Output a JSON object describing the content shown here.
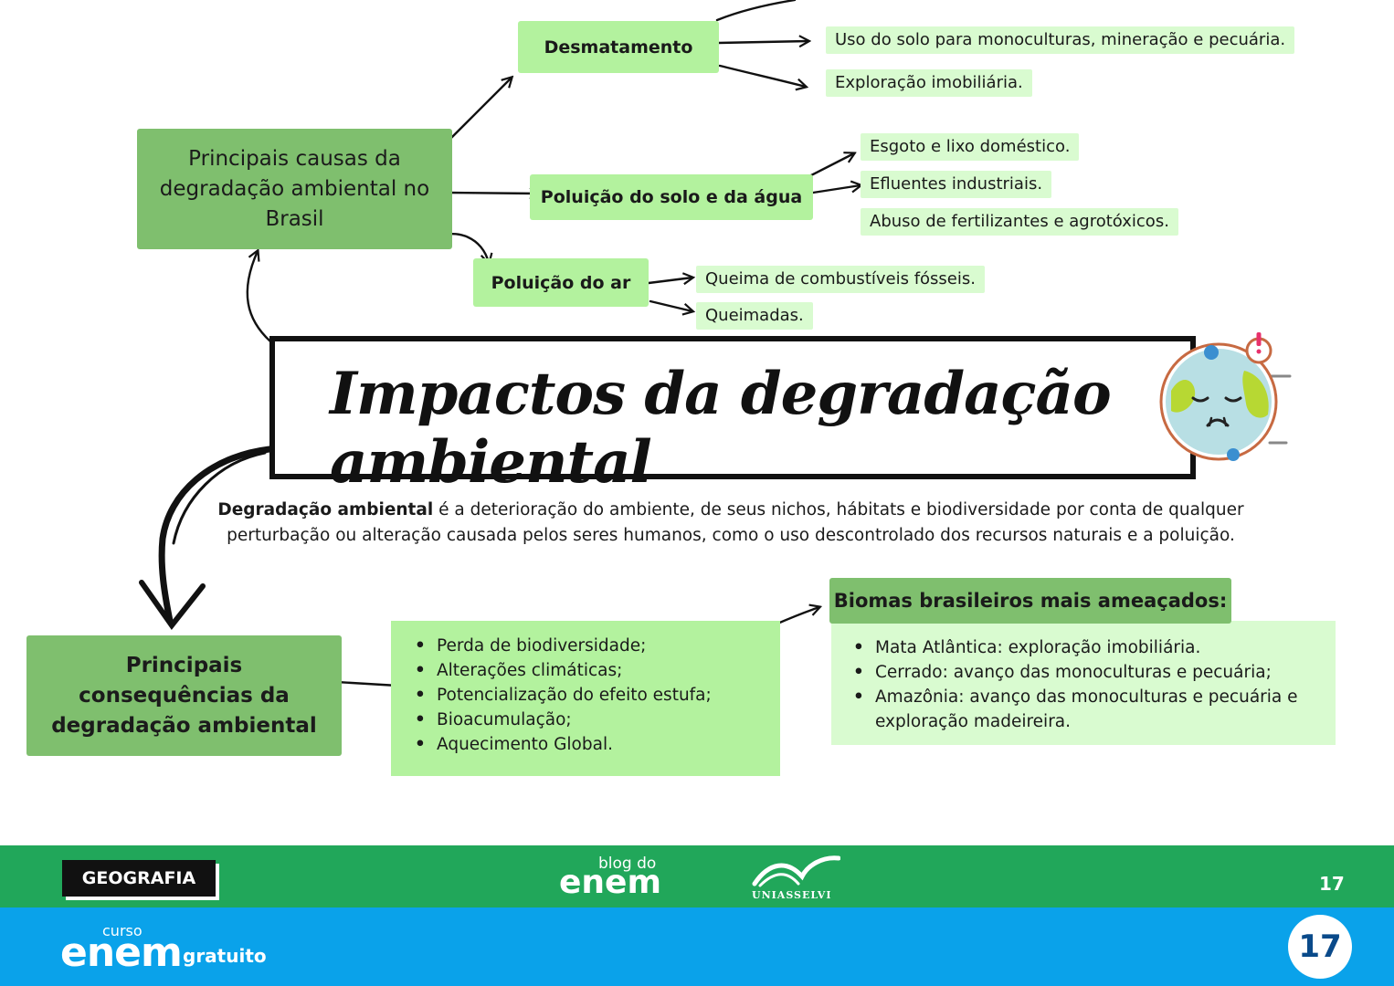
{
  "diagram": {
    "causes_title": "Principais causas da degradação ambiental no Brasil",
    "deforestation": {
      "label": "Desmatamento",
      "items": [
        "Uso do solo para monoculturas, mineração e pecuária.",
        "Exploração imobiliária."
      ]
    },
    "soil_water": {
      "label": "Poluição do solo e da água",
      "items": [
        "Esgoto e lixo doméstico.",
        "Efluentes industriais.",
        "Abuso de fertilizantes e agrotóxicos."
      ]
    },
    "air": {
      "label": "Poluição do ar",
      "items": [
        "Queima de combustíveis fósseis.",
        "Queimadas."
      ]
    },
    "main_title": "Impactos da degradação ambiental",
    "definition_term": "Degradação ambiental",
    "definition_text": " é a deterioração do ambiente, de seus nichos, hábitats e biodiversidade por conta de qualquer perturbação ou alteração causada pelos seres humanos, como o uso descontrolado dos recursos naturais e a poluição.",
    "consequences_title": "Principais consequências da degradação ambiental",
    "consequences": [
      "Perda de biodiversidade;",
      "Alterações climáticas;",
      "Potencialização do efeito estufa;",
      "Bioacumulação;",
      "Aquecimento Global."
    ],
    "biomes_title": "Biomas brasileiros mais ameaçados:",
    "biomes": [
      "Mata Atlântica: exploração imobiliária.",
      "Cerrado: avanço das monoculturas e pecuária;",
      "Amazônia: avanço das monoculturas e pecuária e exploração madeireira."
    ]
  },
  "footer": {
    "subject": "GEOGRAFIA",
    "blog_small": "blog do",
    "blog_brand": "enem",
    "partner": "UNIASSELVI",
    "page_small": "17",
    "course_small": "curso",
    "course_brand": "enem",
    "course_suffix": "gratuito",
    "page_big": "17"
  },
  "colors": {
    "dark_green": "#7fbf6e",
    "mid_green": "#b3f29e",
    "light_green": "#d9fbd0",
    "footer_green": "#21a75a",
    "footer_blue": "#0aa2ea"
  }
}
